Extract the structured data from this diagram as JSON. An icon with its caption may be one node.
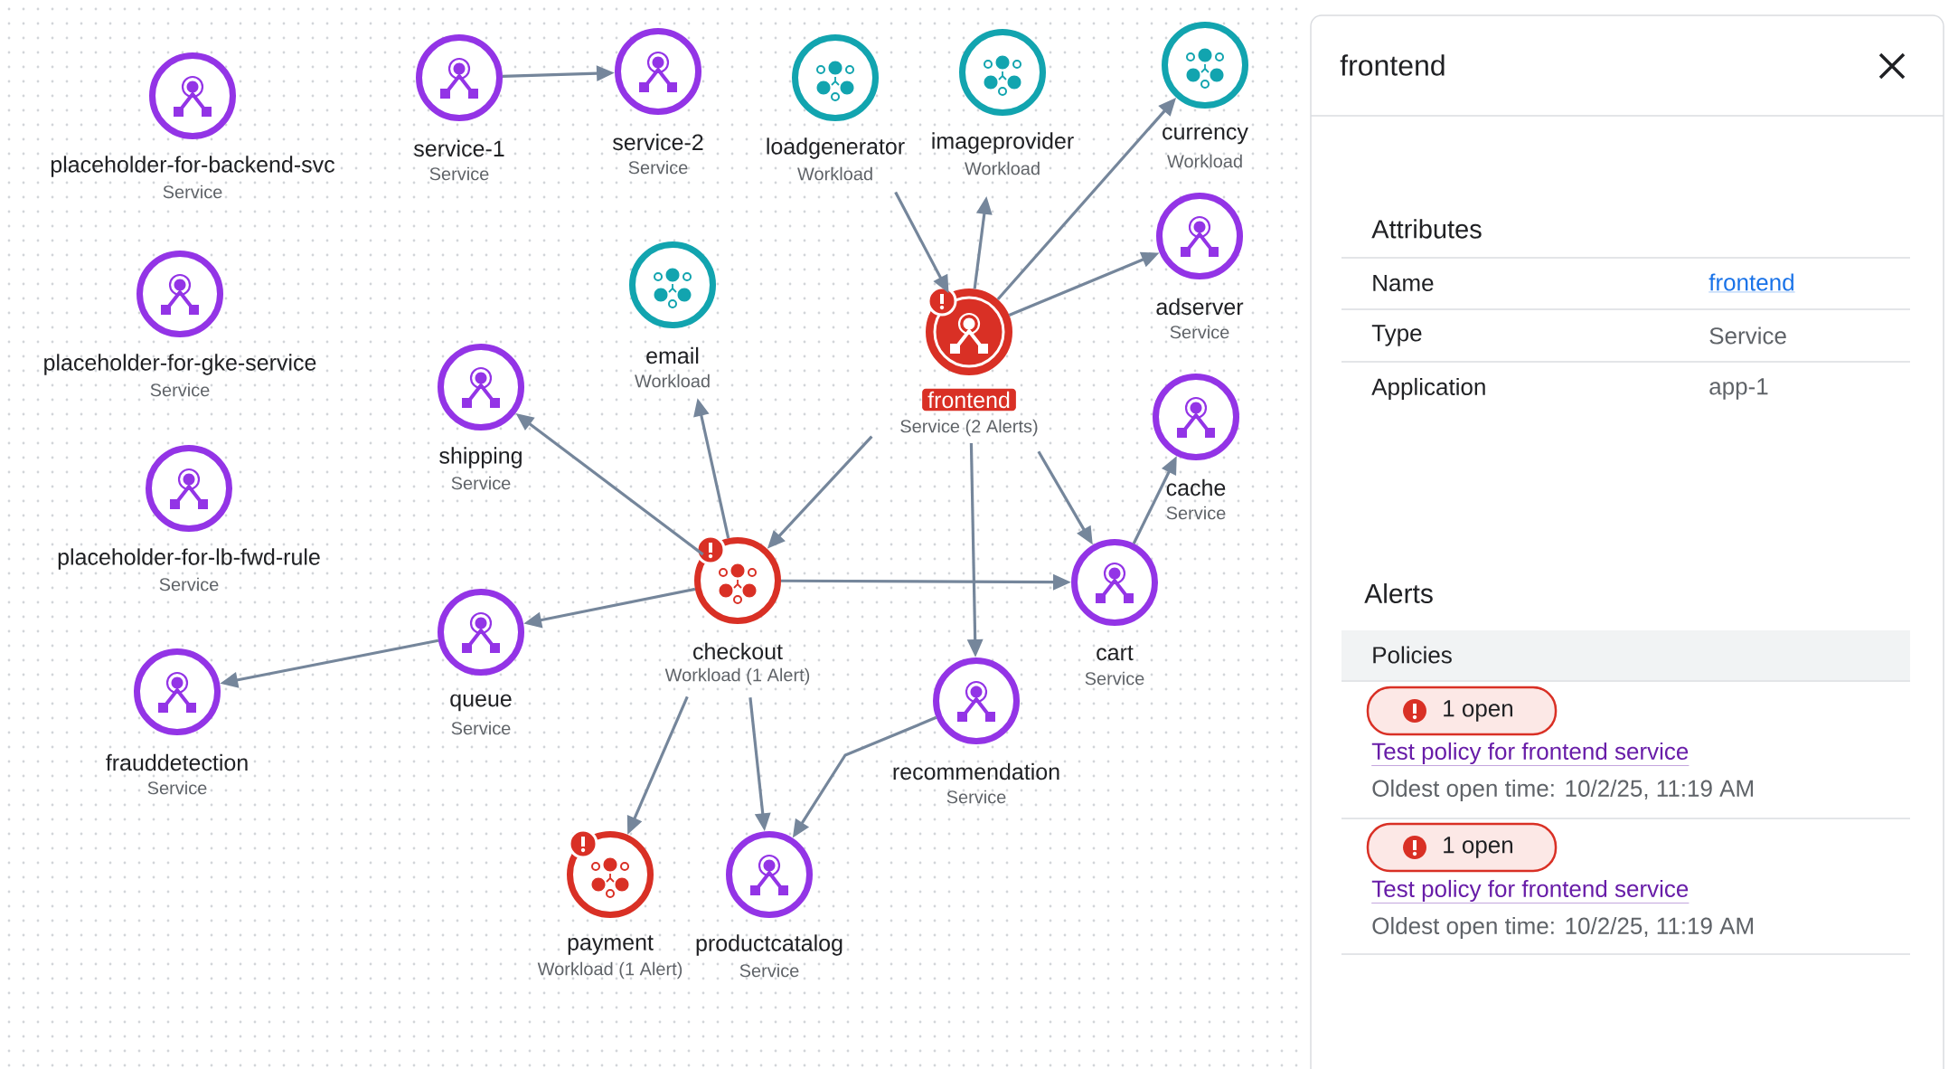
{
  "diagram": {
    "nodes": [
      {
        "text": [
          "placeholder-for-backend-svc",
          "Service"
        ]
      },
      {
        "text": [
          "service-1",
          "Service"
        ]
      },
      {
        "text": [
          "service-2",
          "Service"
        ]
      },
      {
        "text": [
          "loadgenerator",
          "Workload"
        ]
      },
      {
        "text": [
          "imageprovider",
          "Workload"
        ]
      },
      {
        "text": [
          "currency",
          "Workload"
        ]
      },
      {
        "text": [
          "placeholder-for-gke-service",
          "Service"
        ]
      },
      {
        "text": [
          "email",
          "Workload"
        ]
      },
      {
        "text": [
          "adserver",
          "Service"
        ]
      },
      {
        "text": [
          "frontend",
          "Service (2 Alerts)"
        ]
      },
      {
        "text": [
          "shipping",
          "Service"
        ]
      },
      {
        "text": [
          "cache",
          "Service"
        ]
      },
      {
        "text": [
          "placeholder-for-lb-fwd-rule",
          "Service"
        ]
      },
      {
        "text": [
          "checkout",
          "Workload (1 Alert)"
        ]
      },
      {
        "text": [
          "cart",
          "Service"
        ]
      },
      {
        "text": [
          "queue",
          "Service"
        ]
      },
      {
        "text": [
          "frauddetection",
          "Service"
        ]
      },
      {
        "text": [
          "recommendation",
          "Service"
        ]
      },
      {
        "text": [
          "payment",
          "Workload (1 Alert)"
        ]
      },
      {
        "text": [
          "productcatalog",
          "Service"
        ]
      }
    ],
    "edges": [
      {
        "from": 1,
        "to": 2,
        "arrow": "to"
      },
      {
        "from": 3,
        "to": 9,
        "arrow": "to"
      },
      {
        "from": 9,
        "to": 4,
        "arrow": "to"
      },
      {
        "from": 9,
        "to": 5,
        "arrow": "to"
      },
      {
        "from": 9,
        "to": 8,
        "arrow": "to"
      },
      {
        "from": 9,
        "to": 13,
        "arrow": "to"
      },
      {
        "from": 9,
        "to": 17,
        "arrow": "to"
      },
      {
        "from": 9,
        "to": 14,
        "arrow": "to"
      },
      {
        "from": 14,
        "to": 11,
        "arrow": "to"
      },
      {
        "from": 13,
        "to": 10,
        "arrow": "to"
      },
      {
        "from": 13,
        "to": 7,
        "arrow": "to"
      },
      {
        "from": 13,
        "to": 15,
        "arrow": "to"
      },
      {
        "from": 15,
        "to": 16,
        "arrow": "to"
      },
      {
        "from": 13,
        "to": 14,
        "arrow": "to"
      },
      {
        "from": 13,
        "to": 18,
        "arrow": "to"
      },
      {
        "from": 13,
        "to": 19,
        "arrow": "to"
      },
      {
        "from": 17,
        "to": 19,
        "arrow": "to"
      }
    ],
    "labels": [
      "frontend",
      "Attributes",
      "Name",
      "frontend",
      "Type",
      "Service",
      "Application",
      "app-1",
      "Alerts",
      "Policies",
      "1 open",
      "Test policy for frontend service",
      "Oldest open time: 10/2/25, 11:19 AM",
      "1 open",
      "Test policy for frontend service",
      "Oldest open time: 10/2/25, 11:19 AM"
    ]
  }
}
